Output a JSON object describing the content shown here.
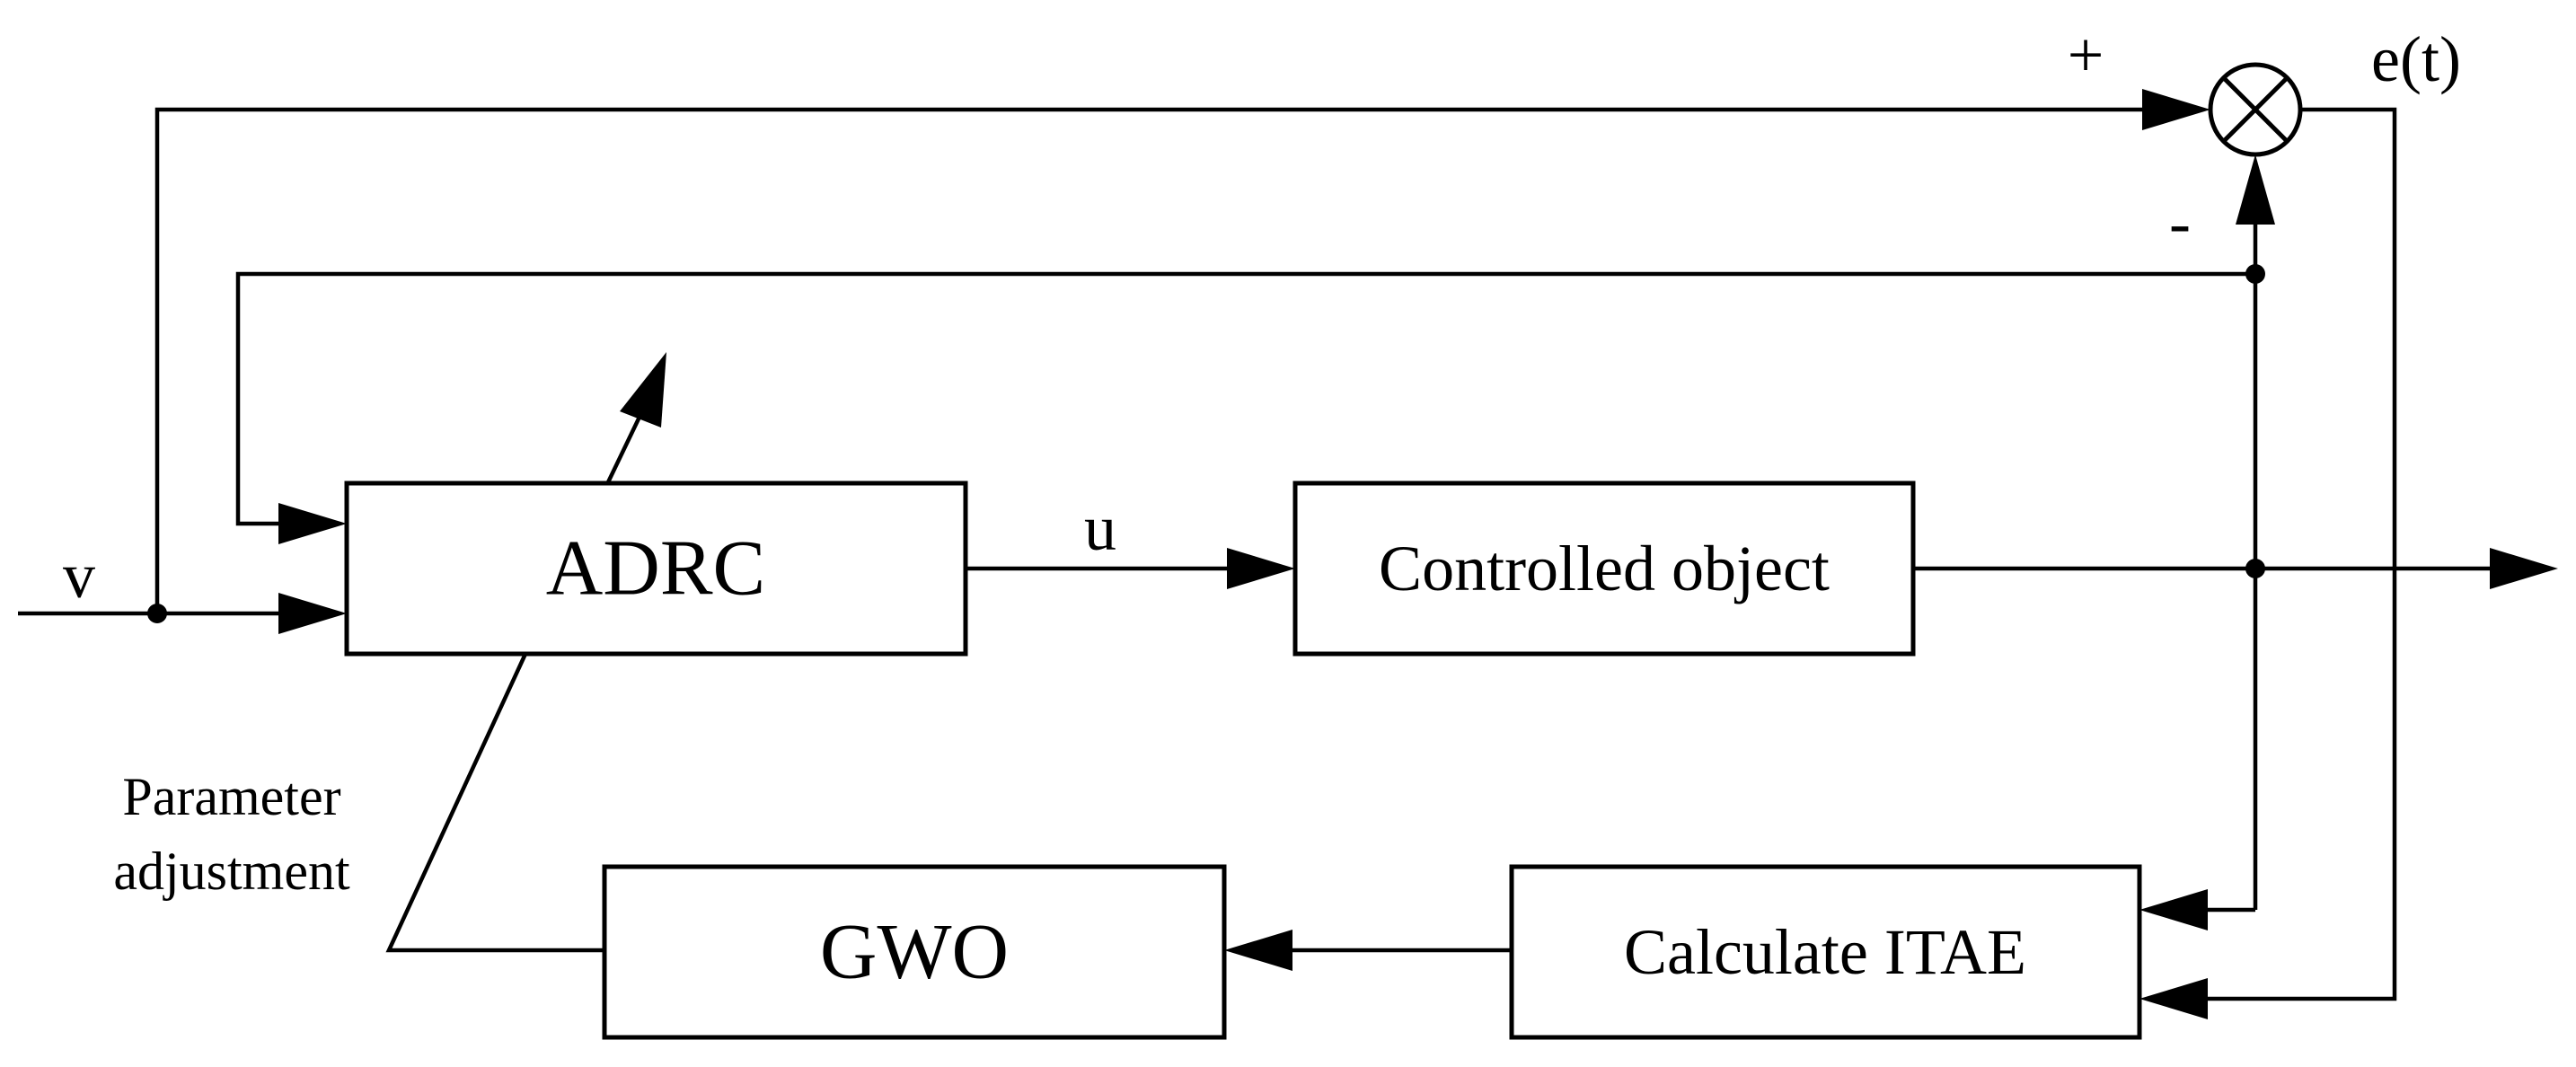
{
  "blocks": {
    "adrc": "ADRC",
    "plant": "Controlled object",
    "gwo": "GWO",
    "itae": "Calculate ITAE"
  },
  "signals": {
    "input": "v",
    "control": "u",
    "error": "e(t)"
  },
  "summing_junction": {
    "plus_sign": "+",
    "minus_sign": "-"
  },
  "annotation": {
    "line1": "Parameter",
    "line2": "adjustment"
  }
}
